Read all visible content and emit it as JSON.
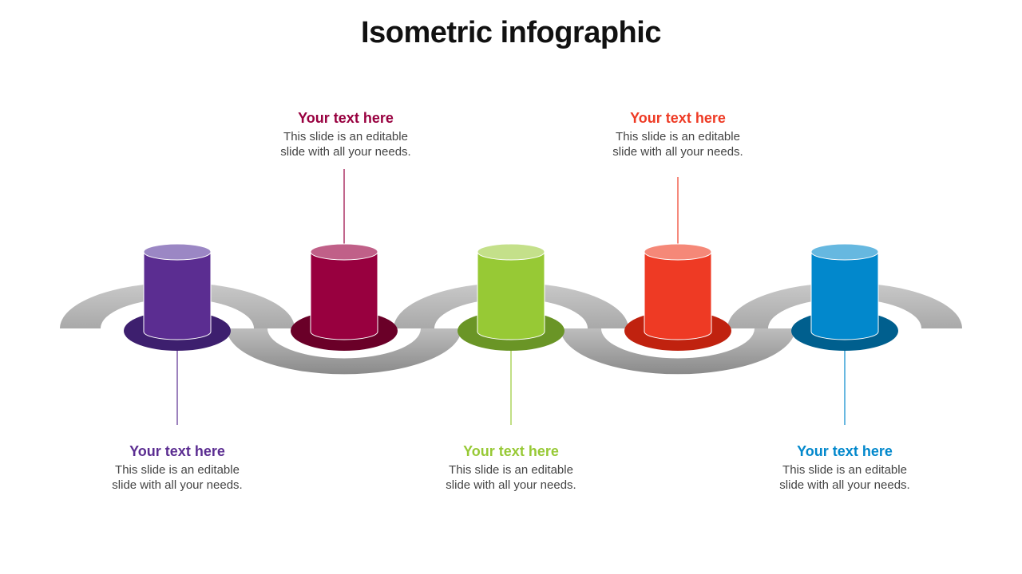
{
  "title": "Isometric infographic",
  "items": [
    {
      "heading": "Your text here",
      "text": "This slide is an editable slide with all your needs.",
      "color": "#5b2d91",
      "top_color": "#9b87c4",
      "base_color": "#3d1f6e"
    },
    {
      "heading": "Your text here",
      "text": "This slide is an editable slide with all your needs.",
      "color": "#98003f",
      "top_color": "#c06088",
      "base_color": "#6a0028"
    },
    {
      "heading": "Your text here",
      "text": "This slide is an editable slide with all your needs.",
      "color": "#97c935",
      "top_color": "#c4e08a",
      "base_color": "#6a9526"
    },
    {
      "heading": "Your text here",
      "text": "This slide is an editable slide with all your needs.",
      "color": "#ee3a24",
      "top_color": "#f58878",
      "base_color": "#c0220f"
    },
    {
      "heading": "Your text here",
      "text": "This slide is an editable slide with all your needs.",
      "color": "#0288cc",
      "top_color": "#66b8e0",
      "base_color": "#005f8e"
    }
  ]
}
